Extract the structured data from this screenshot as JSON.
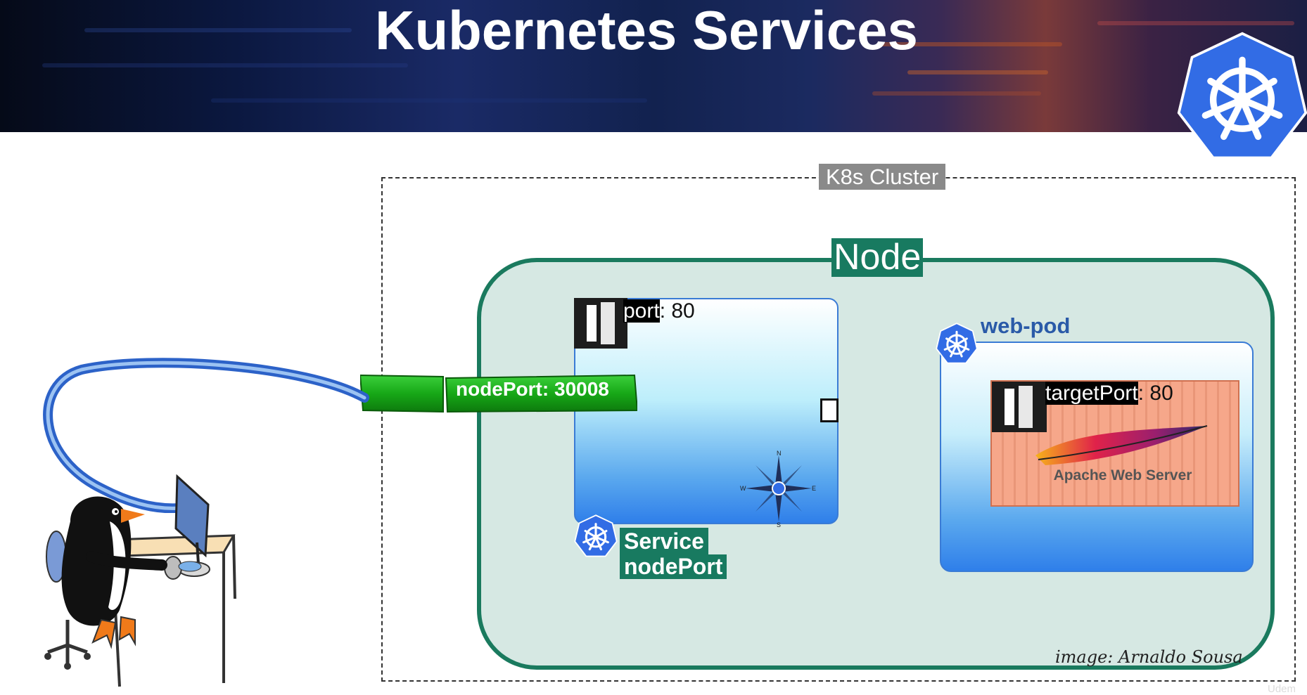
{
  "header": {
    "title": "Kubernetes Services"
  },
  "cluster": {
    "label": "K8s Cluster"
  },
  "node": {
    "label": "Node"
  },
  "service": {
    "port_key": "port",
    "port_value": ": 80",
    "nodeport_key": "nodePort",
    "nodeport_value": ": 30008",
    "name_line1": "Service",
    "name_line2": "nodePort"
  },
  "pod": {
    "name": "web-pod",
    "target_key": "targetPort",
    "target_value": ": 80",
    "app_label": "Apache Web Server"
  },
  "credit": "image: Arnaldo Sousa",
  "watermark": "Udem",
  "colors": {
    "node_green": "#187a60",
    "node_fill": "#d6e8e3",
    "k8s_blue": "#326ce5",
    "nodeport_green": "#1fa51f",
    "container_orange": "#f6a78a"
  },
  "icons": [
    "kubernetes-logo",
    "door-icon",
    "compass-icon",
    "apache-feather",
    "penguin-at-desk"
  ]
}
